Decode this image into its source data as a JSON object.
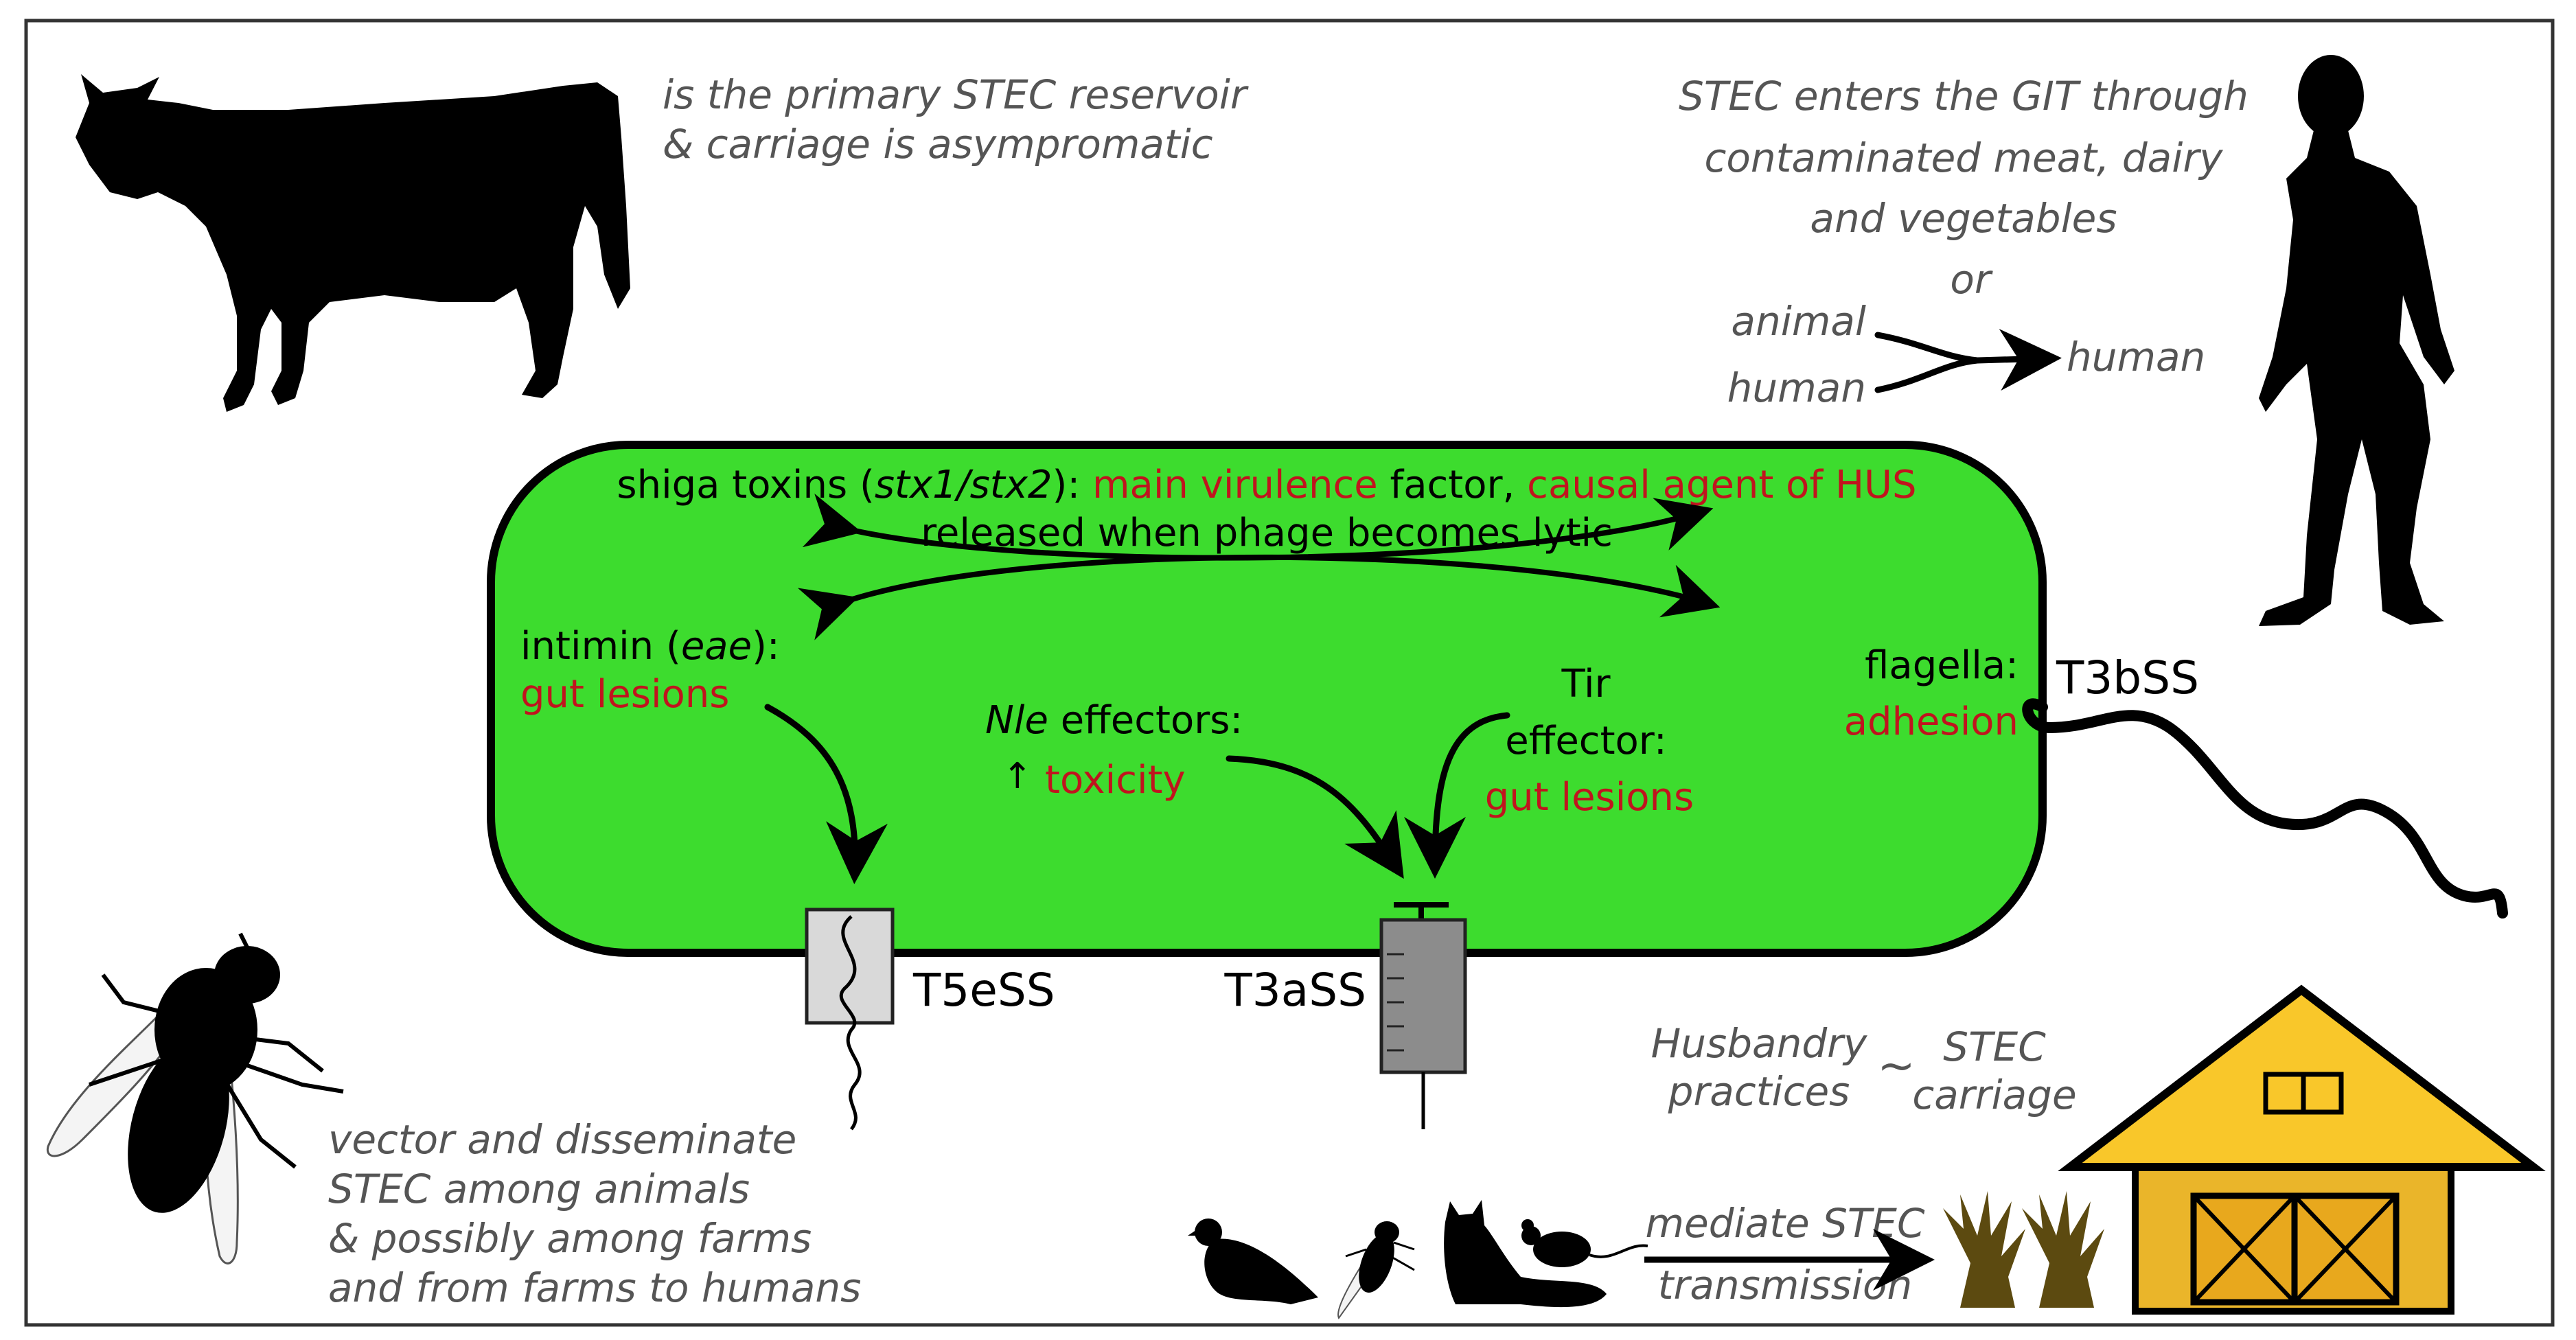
{
  "reservoir": {
    "line1": "is the primary STEC reservoir",
    "line2": "& carriage is asympromatic"
  },
  "human_entry": {
    "line1": "STEC enters the GIT through",
    "line2": "contaminated meat, dairy",
    "line3": "and vegetables",
    "or": "or",
    "animal": "animal",
    "human_src": "human",
    "human_dst": "human"
  },
  "toxins": {
    "prefix": "shiga toxins (",
    "gene": "stx1/stx2",
    "mid": "): ",
    "virulence": "main virulence",
    "factor": " factor, ",
    "hus": "causal agent of HUS",
    "line2": "released when phage becomes lytic"
  },
  "intimin": {
    "label": "intimin (",
    "gene": "eae",
    "close": "):",
    "effect": "gut lesions"
  },
  "nle": {
    "gene": "Nle",
    "label": " effectors:",
    "up": "↑",
    "effect": "toxicity"
  },
  "tir": {
    "line1": "Tir",
    "line2": "effector:",
    "effect": "gut lesions"
  },
  "flagella": {
    "label": "flagella:",
    "effect": "adhesion"
  },
  "secretion": {
    "t5": "T5eSS",
    "t3a": "T3aSS",
    "t3b": "T3bSS"
  },
  "fly": {
    "line1": "vector and disseminate",
    "line2": "STEC among animals",
    "line3": "& possibly among farms",
    "line4": "and from farms to humans"
  },
  "husbandry": {
    "left1": "Husbandry",
    "left2": "practices",
    "tilde": "~",
    "right1": "STEC",
    "right2": "carriage"
  },
  "mediate": {
    "line1": "mediate STEC",
    "line2": "transmission"
  },
  "colors": {
    "bacterium": "#3ddc2e",
    "red_text": "#c0141e",
    "gray_text": "#555555",
    "barn_roof": "#f9c72a",
    "barn_wall": "#eab52a",
    "hay": "#5c4a10"
  }
}
